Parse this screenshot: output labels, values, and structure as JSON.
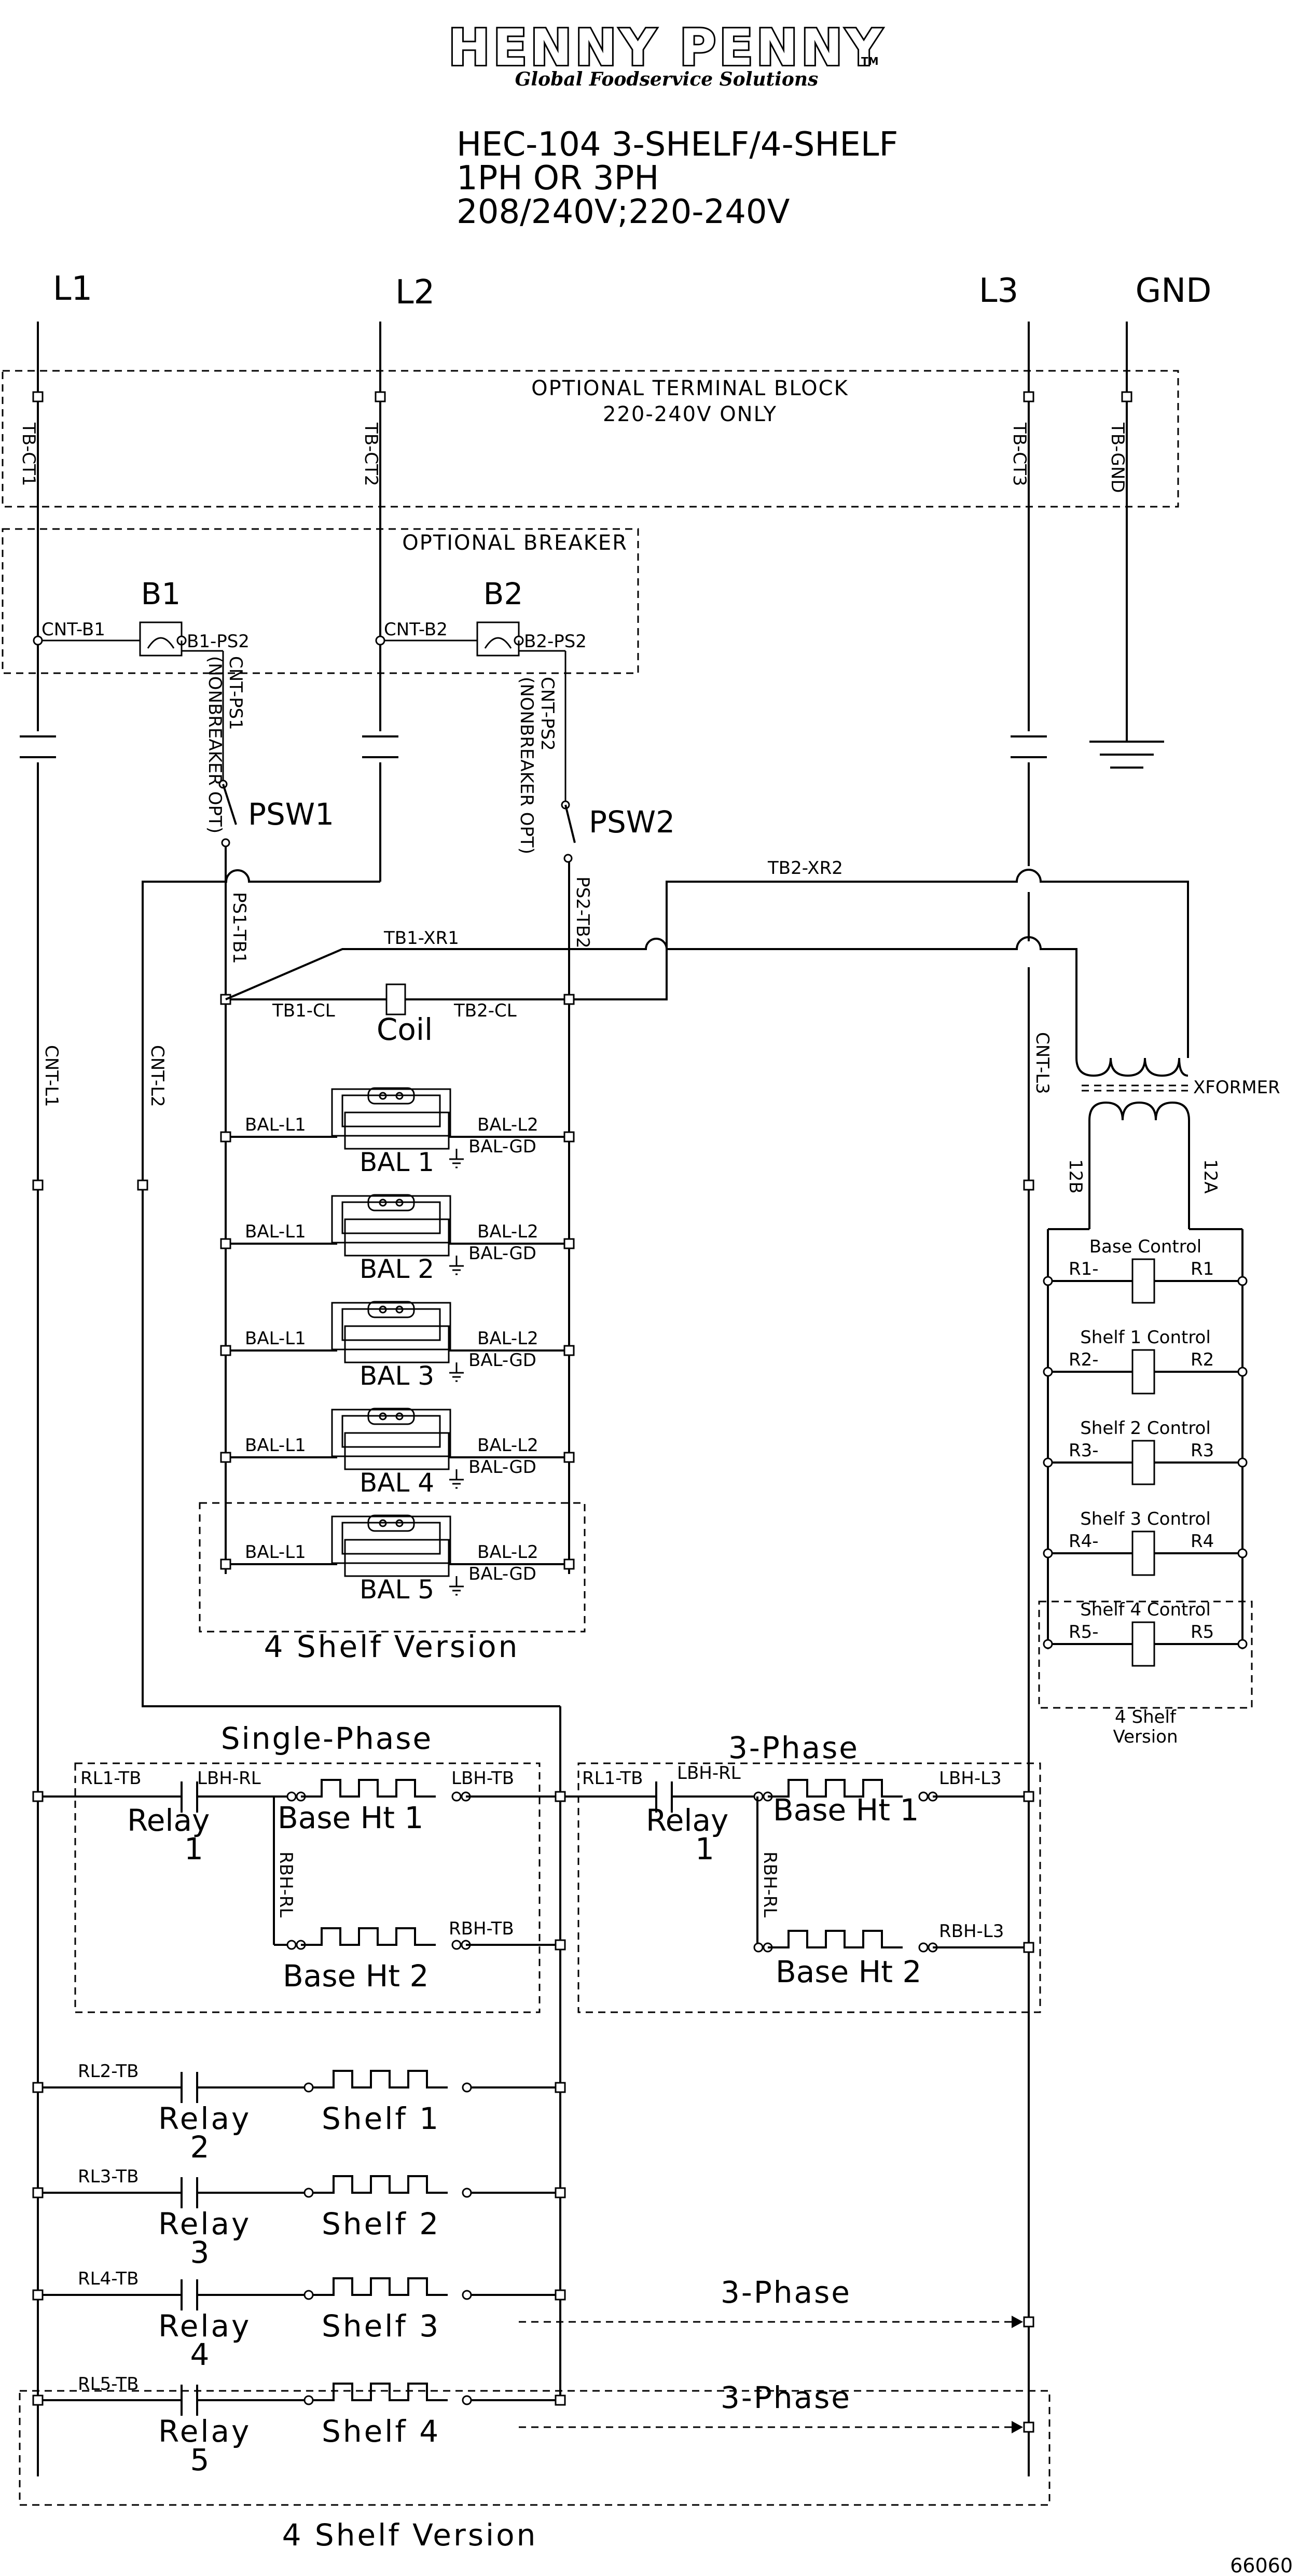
{
  "header": {
    "brand": "HENNY PENNY",
    "tm": "TM",
    "tagline": "Global Foodservice Solutions",
    "model_line1": "HEC-104   3-SHELF/4-SHELF",
    "model_line2": "1PH OR 3PH",
    "model_line3": "208/240V;220-240V"
  },
  "lines": {
    "l1": "L1",
    "l2": "L2",
    "l3": "L3",
    "gnd": "GND"
  },
  "terminal_block": {
    "title1": "OPTIONAL TERMINAL BLOCK",
    "title2": "220-240V ONLY",
    "ct1": "TB-CT1",
    "ct2": "TB-CT2",
    "ct3": "TB-CT3",
    "gnd": "TB-GND"
  },
  "breaker": {
    "title": "OPTIONAL BREAKER",
    "b1": "B1",
    "b2": "B2",
    "cnt_b1": "CNT-B1",
    "b1_ps2": "B1-PS2",
    "cnt_b2": "CNT-B2",
    "b2_ps2": "B2-PS2"
  },
  "switches": {
    "psw1": "PSW1",
    "psw2": "PSW2",
    "cnt_ps1": "CNT-PS1",
    "cnt_ps2": "CNT-PS2",
    "nonbreaker": "(NONBREAKER OPT)",
    "ps1_tb1": "PS1-TB1",
    "ps2_tb2": "PS2-TB2"
  },
  "wires": {
    "tb2_xr2": "TB2-XR2",
    "tb1_xr1": "TB1-XR1",
    "cnt_l1": "CNT-L1",
    "cnt_l2": "CNT-L2",
    "cnt_l3": "CNT-L3",
    "tb1_cl": "TB1-CL",
    "tb2_cl": "TB2-CL",
    "coil": "Coil",
    "xformer": "XFORMER",
    "w12b": "12B",
    "w12a": "12A"
  },
  "ballasts": {
    "bal_l1": "BAL-L1",
    "bal_l2": "BAL-L2",
    "bal_gd": "BAL-GD",
    "items": [
      "BAL 1",
      "BAL 2",
      "BAL 3",
      "BAL 4",
      "BAL 5"
    ],
    "four_shelf": "4 Shelf Version"
  },
  "controls": {
    "items": [
      {
        "name": "Base Control",
        "left": "R1-",
        "right": "R1"
      },
      {
        "name": "Shelf 1 Control",
        "left": "R2-",
        "right": "R2"
      },
      {
        "name": "Shelf 2 Control",
        "left": "R3-",
        "right": "R3"
      },
      {
        "name": "Shelf 3 Control",
        "left": "R4-",
        "right": "R4"
      },
      {
        "name": "Shelf 4 Control",
        "left": "R5-",
        "right": "R5"
      }
    ],
    "four_shelf_1": "4 Shelf",
    "four_shelf_2": "Version"
  },
  "single_phase": {
    "title": "Single-Phase",
    "rl1_tb": "RL1-TB",
    "lbh_rl": "LBH-RL",
    "lbh_tb": "LBH-TB",
    "rbh_rl": "RBH-RL",
    "rbh_tb": "RBH-TB",
    "relay": "Relay",
    "relay_num": "1",
    "base_ht1": "Base Ht 1",
    "base_ht2": "Base Ht 2"
  },
  "three_phase": {
    "title": "3-Phase",
    "rl1_tb": "RL1-TB",
    "lbh_rl": "LBH-RL",
    "lbh_l3": "LBH-L3",
    "rbh_rl": "RBH-RL",
    "rbh_l3": "RBH-L3",
    "relay": "Relay",
    "relay_num": "1",
    "base_ht1": "Base Ht 1",
    "base_ht2": "Base Ht 2"
  },
  "shelves": [
    {
      "rl": "RL2-TB",
      "relay": "Relay",
      "num": "2",
      "shelf": "Shelf 1"
    },
    {
      "rl": "RL3-TB",
      "relay": "Relay",
      "num": "3",
      "shelf": "Shelf 2"
    },
    {
      "rl": "RL4-TB",
      "relay": "Relay",
      "num": "4",
      "shelf": "Shelf 3",
      "phase": "3-Phase"
    },
    {
      "rl": "RL5-TB",
      "relay": "Relay",
      "num": "5",
      "shelf": "Shelf 4",
      "phase": "3-Phase"
    }
  ],
  "footer": {
    "four_shelf": "4 Shelf Version",
    "doc_number": "66060"
  }
}
